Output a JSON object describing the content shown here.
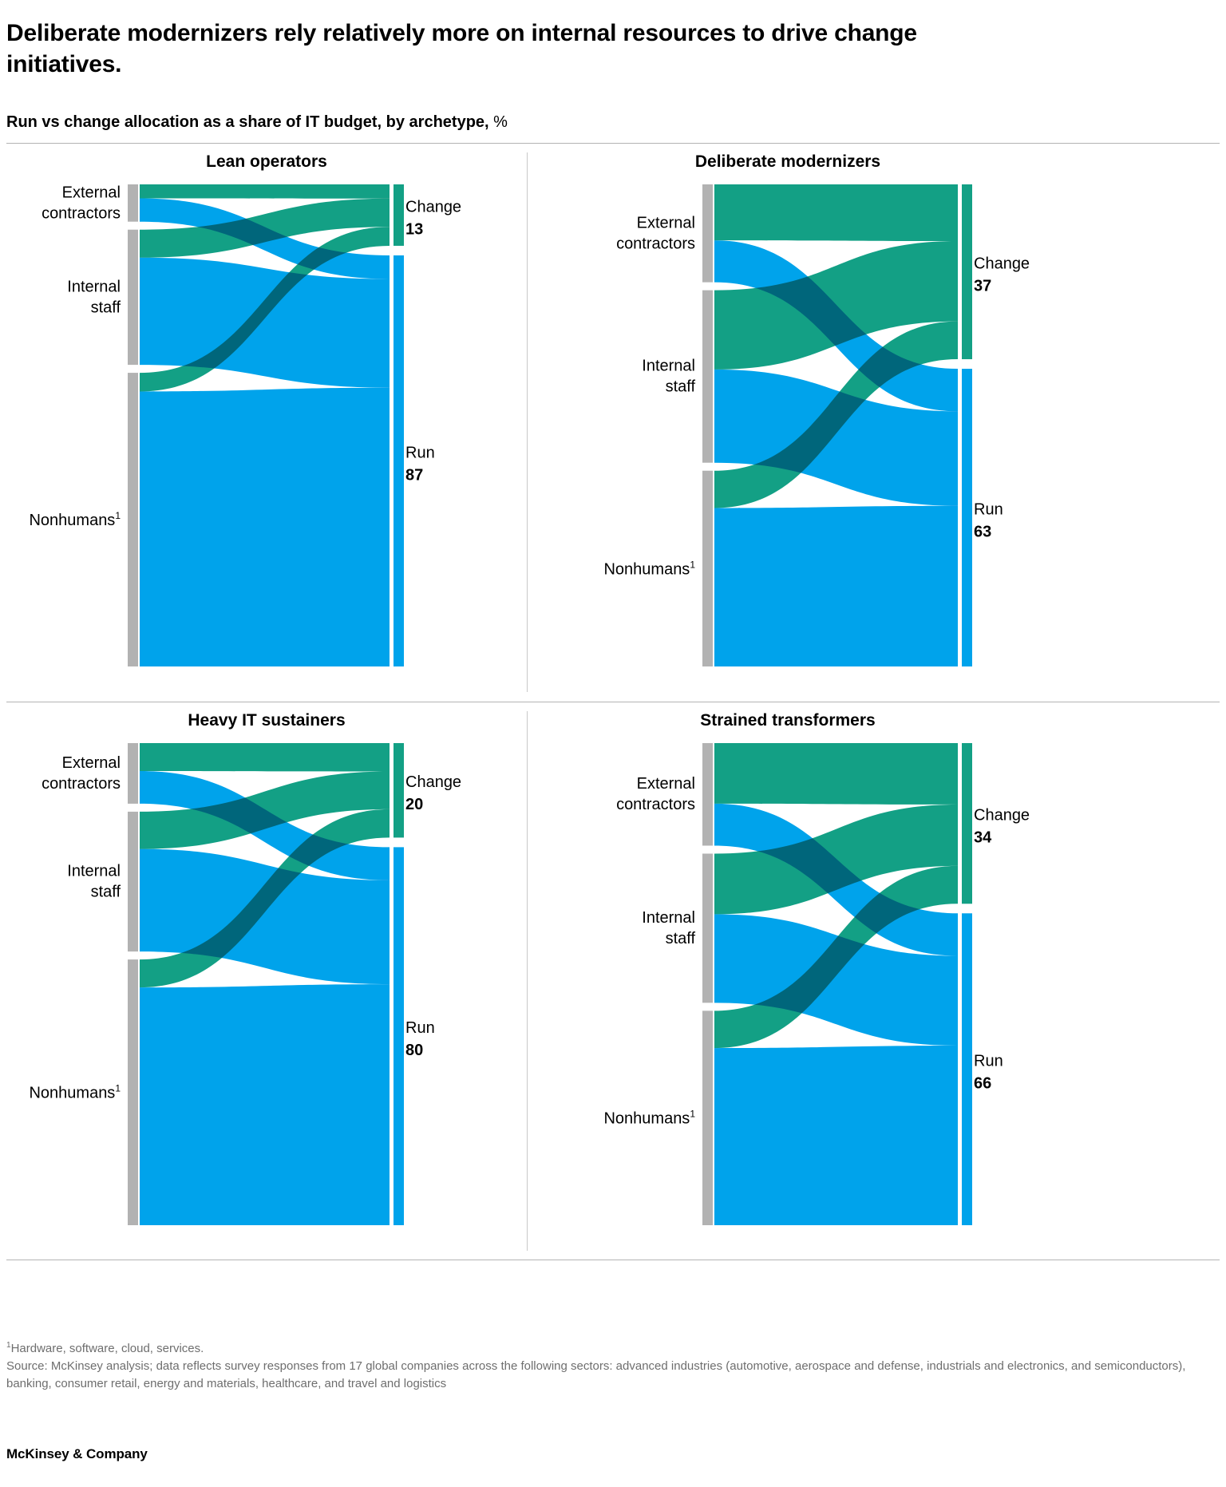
{
  "headline": "Deliberate modernizers rely relatively more on internal resources to drive change initiatives.",
  "subhead": {
    "text": "Run vs change allocation as a share of IT budget, by archetype,",
    "unit": "%"
  },
  "colors": {
    "change": "#13a085",
    "run": "#00a3eb",
    "overlap": "#0d6e86",
    "node_gray": "#b2b2b2",
    "rule": "#b3b3b3",
    "divider": "#c9c9c9",
    "footnote_text": "#6e6e6e"
  },
  "source_labels": [
    "External contractors",
    "Internal staff",
    "Nonhumans"
  ],
  "source_footnote_marker": "1",
  "target_labels": [
    "Change",
    "Run"
  ],
  "footnotes": {
    "line1_marker": "1",
    "line1": "Hardware, software, cloud, services.",
    "line2": "Source: McKinsey analysis; data reflects survey responses from 17 global companies across the following sectors: advanced industries (automotive, aerospace and defense, industrials and electronics, and semiconductors), banking, consumer retail, energy and materials, healthcare, and travel and logistics"
  },
  "brand": "McKinsey & Company",
  "chart_data": {
    "type": "sankey",
    "title": "Deliberate modernizers rely relatively more on internal resources to drive change initiatives.",
    "subtitle": "Run vs change allocation as a share of IT budget, by archetype, %",
    "unit": "%",
    "sources": [
      "External contractors",
      "Internal staff",
      "Nonhumans"
    ],
    "targets": [
      "Change",
      "Run"
    ],
    "panels": [
      {
        "name": "Lean operators",
        "totals": {
          "Change": 13,
          "Run": 87
        },
        "source_totals": {
          "External contractors": 8,
          "Internal staff": 29,
          "Nonhumans": 63
        },
        "links": [
          {
            "source": "External contractors",
            "target": "Change",
            "value": 3
          },
          {
            "source": "External contractors",
            "target": "Run",
            "value": 5
          },
          {
            "source": "Internal staff",
            "target": "Change",
            "value": 6
          },
          {
            "source": "Internal staff",
            "target": "Run",
            "value": 23
          },
          {
            "source": "Nonhumans",
            "target": "Change",
            "value": 4
          },
          {
            "source": "Nonhumans",
            "target": "Run",
            "value": 59
          }
        ]
      },
      {
        "name": "Deliberate modernizers",
        "totals": {
          "Change": 37,
          "Run": 63
        },
        "source_totals": {
          "External contractors": 21,
          "Internal staff": 37,
          "Nonhumans": 42
        },
        "links": [
          {
            "source": "External contractors",
            "target": "Change",
            "value": 12
          },
          {
            "source": "External contractors",
            "target": "Run",
            "value": 9
          },
          {
            "source": "Internal staff",
            "target": "Change",
            "value": 17
          },
          {
            "source": "Internal staff",
            "target": "Run",
            "value": 20
          },
          {
            "source": "Nonhumans",
            "target": "Change",
            "value": 8
          },
          {
            "source": "Nonhumans",
            "target": "Run",
            "value": 34
          }
        ]
      },
      {
        "name": "Heavy IT sustainers",
        "totals": {
          "Change": 20,
          "Run": 80
        },
        "source_totals": {
          "External contractors": 13,
          "Internal staff": 30,
          "Nonhumans": 57
        },
        "links": [
          {
            "source": "External contractors",
            "target": "Change",
            "value": 6
          },
          {
            "source": "External contractors",
            "target": "Run",
            "value": 7
          },
          {
            "source": "Internal staff",
            "target": "Change",
            "value": 8
          },
          {
            "source": "Internal staff",
            "target": "Run",
            "value": 22
          },
          {
            "source": "Nonhumans",
            "target": "Change",
            "value": 6
          },
          {
            "source": "Nonhumans",
            "target": "Run",
            "value": 51
          }
        ]
      },
      {
        "name": "Strained transformers",
        "totals": {
          "Change": 34,
          "Run": 66
        },
        "source_totals": {
          "External contractors": 22,
          "Internal staff": 32,
          "Nonhumans": 46
        },
        "links": [
          {
            "source": "External contractors",
            "target": "Change",
            "value": 13
          },
          {
            "source": "External contractors",
            "target": "Run",
            "value": 9
          },
          {
            "source": "Internal staff",
            "target": "Change",
            "value": 13
          },
          {
            "source": "Internal staff",
            "target": "Run",
            "value": 19
          },
          {
            "source": "Nonhumans",
            "target": "Change",
            "value": 8
          },
          {
            "source": "Nonhumans",
            "target": "Run",
            "value": 38
          }
        ]
      }
    ]
  }
}
